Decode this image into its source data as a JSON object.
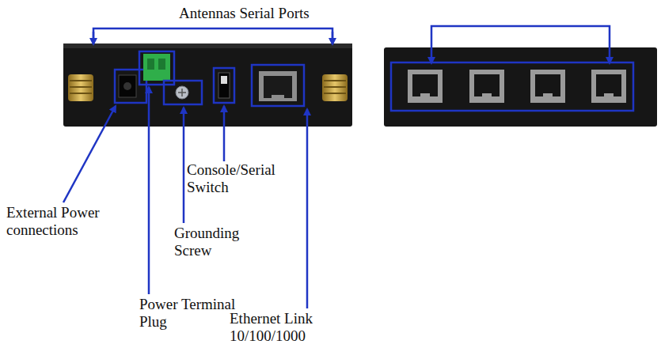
{
  "diagram": {
    "labels": [
      "Antennas Serial Ports",
      "Console/Serial Switch",
      "External Power connections",
      "Grounding Screw",
      "Power Terminal Plug",
      "Ethernet Link 10/100/1000"
    ]
  }
}
